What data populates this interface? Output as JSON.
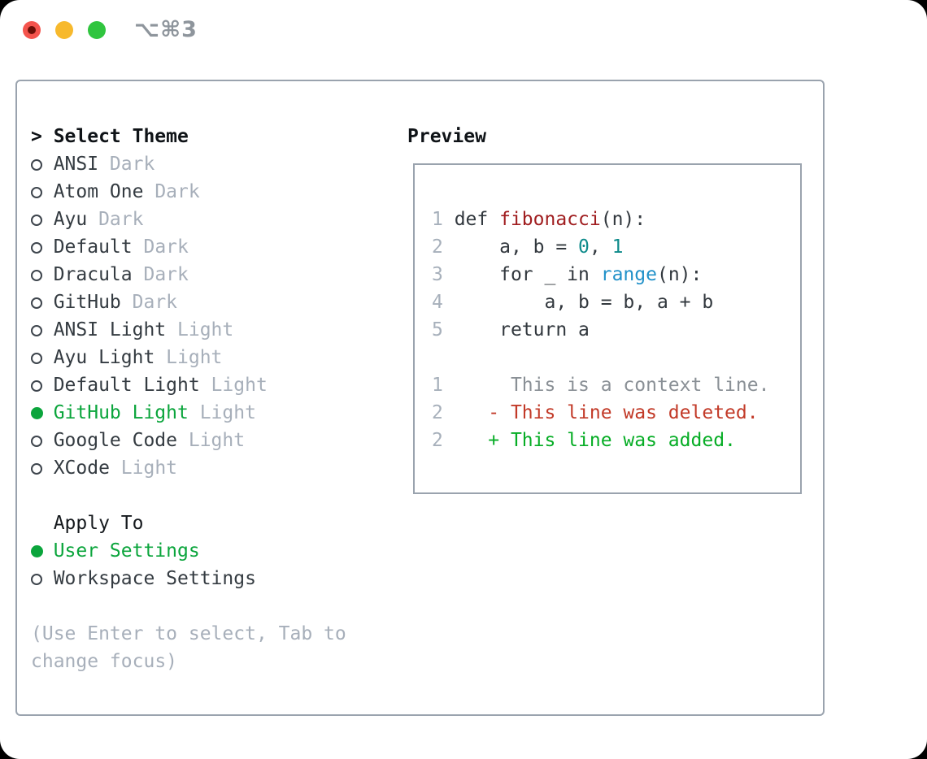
{
  "window": {
    "title": "⌥⌘3",
    "traffic_lights": [
      "close",
      "minimize",
      "zoom"
    ]
  },
  "colors": {
    "accent_green": "#0ba53c",
    "added_green": "#06ad25",
    "removed_red": "#c23a28",
    "function_red": "#a01e20",
    "number_teal": "#0e8b8b",
    "builtin_blue": "#2191c9",
    "muted_gray": "#a7afba",
    "panel_border": "#9aa3ae"
  },
  "left": {
    "prompt": ">",
    "header": "Select Theme",
    "themes": [
      {
        "name": "ANSI",
        "tag": "Dark",
        "selected": false
      },
      {
        "name": "Atom One",
        "tag": "Dark",
        "selected": false
      },
      {
        "name": "Ayu",
        "tag": "Dark",
        "selected": false
      },
      {
        "name": "Default",
        "tag": "Dark",
        "selected": false
      },
      {
        "name": "Dracula",
        "tag": "Dark",
        "selected": false
      },
      {
        "name": "GitHub",
        "tag": "Dark",
        "selected": false
      },
      {
        "name": "ANSI Light",
        "tag": "Light",
        "selected": false
      },
      {
        "name": "Ayu Light",
        "tag": "Light",
        "selected": false
      },
      {
        "name": "Default Light",
        "tag": "Light",
        "selected": false
      },
      {
        "name": "GitHub Light",
        "tag": "Light",
        "selected": true
      },
      {
        "name": "Google Code",
        "tag": "Light",
        "selected": false
      },
      {
        "name": "XCode",
        "tag": "Light",
        "selected": false
      }
    ],
    "apply_header": "Apply To",
    "apply_options": [
      {
        "name": "User Settings",
        "selected": true
      },
      {
        "name": "Workspace Settings",
        "selected": false
      }
    ],
    "help_lines": [
      "(Use Enter to select, Tab to",
      "change focus)"
    ]
  },
  "preview": {
    "header": "Preview",
    "lines": [
      {
        "segments": [
          {
            "t": "1 ",
            "c": "lineno"
          },
          {
            "t": "def ",
            "c": "code"
          },
          {
            "t": "fibonacci",
            "c": "func"
          },
          {
            "t": "(n):",
            "c": "code"
          }
        ]
      },
      {
        "segments": [
          {
            "t": "2 ",
            "c": "lineno"
          },
          {
            "t": "    a, b = ",
            "c": "code"
          },
          {
            "t": "0",
            "c": "num"
          },
          {
            "t": ", ",
            "c": "code"
          },
          {
            "t": "1",
            "c": "num"
          }
        ]
      },
      {
        "segments": [
          {
            "t": "3 ",
            "c": "lineno"
          },
          {
            "t": "    for _ in ",
            "c": "code"
          },
          {
            "t": "range",
            "c": "builtin"
          },
          {
            "t": "(n):",
            "c": "code"
          }
        ]
      },
      {
        "segments": [
          {
            "t": "4 ",
            "c": "lineno"
          },
          {
            "t": "        a, b = b, a + b",
            "c": "code"
          }
        ]
      },
      {
        "segments": [
          {
            "t": "5 ",
            "c": "lineno"
          },
          {
            "t": "    return a",
            "c": "code"
          }
        ]
      },
      {
        "segments": []
      },
      {
        "segments": [
          {
            "t": "1",
            "c": "lineno"
          },
          {
            "t": "      This is a context line.",
            "c": "context"
          }
        ]
      },
      {
        "segments": [
          {
            "t": "2",
            "c": "lineno"
          },
          {
            "t": "    ",
            "c": "code"
          },
          {
            "t": "- This line was deleted.",
            "c": "removed"
          }
        ]
      },
      {
        "segments": [
          {
            "t": "2",
            "c": "lineno"
          },
          {
            "t": "    ",
            "c": "code"
          },
          {
            "t": "+ This line was added.",
            "c": "added"
          }
        ]
      }
    ]
  }
}
